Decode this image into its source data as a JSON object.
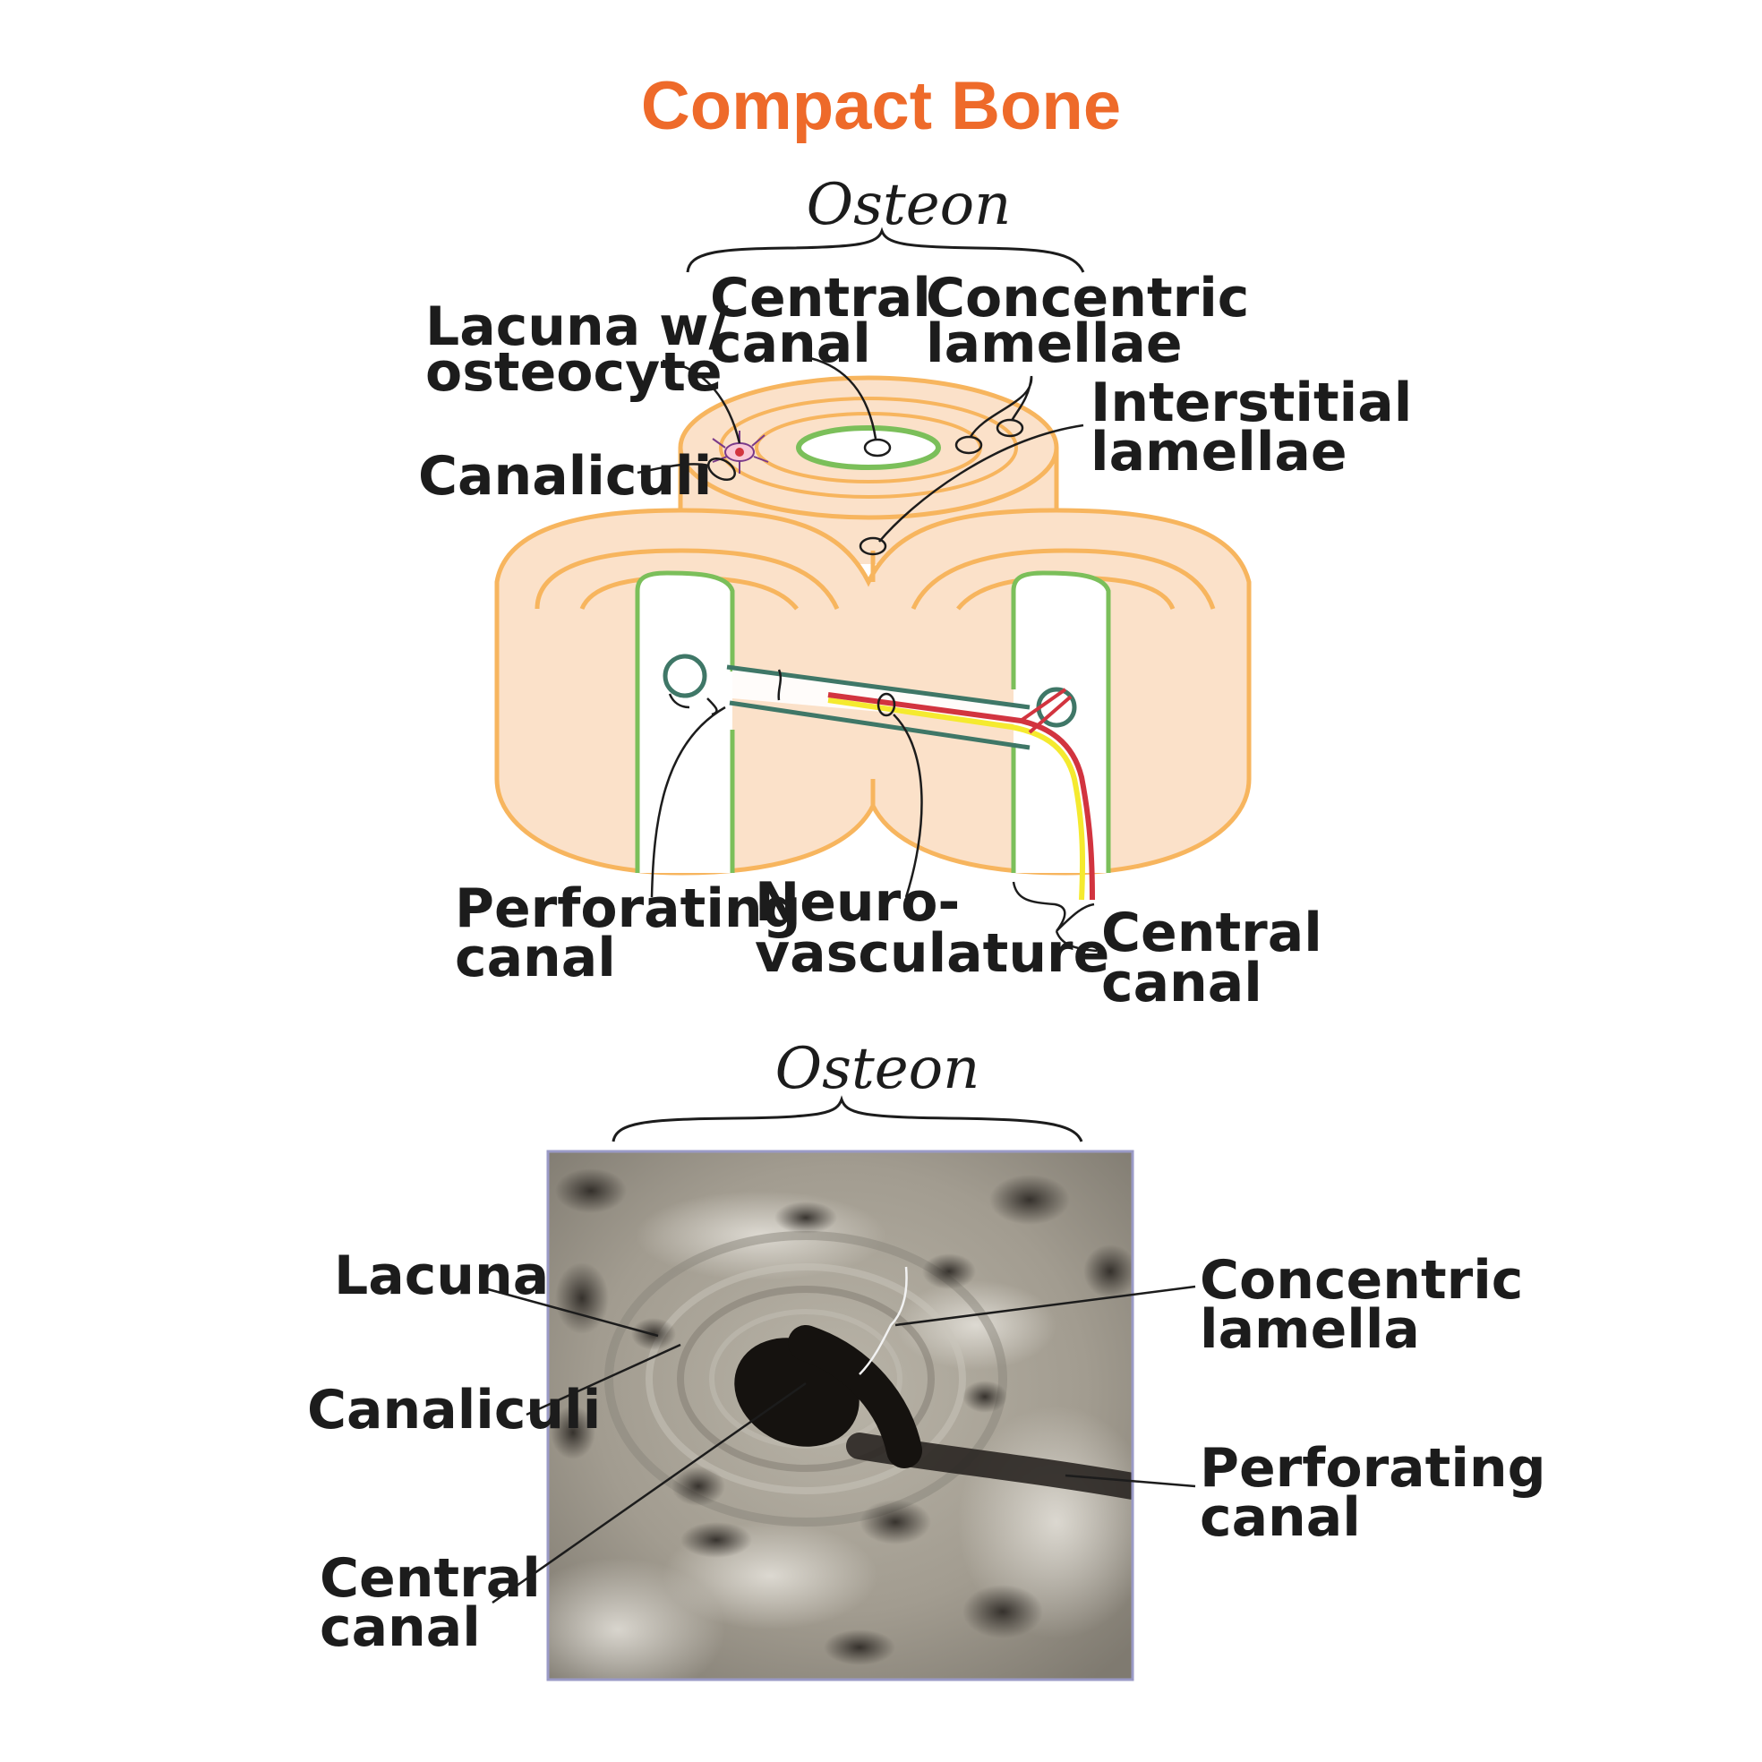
{
  "title": "Compact Bone",
  "colors": {
    "title": "#ee6a2a",
    "bone_fill": "#fbe1c9",
    "bone_stroke": "#f7b55e",
    "canal_green": "#7bbf5a",
    "perforating_teal": "#3f7767",
    "artery_red": "#d2343f",
    "nerve_yellow": "#f5ea2f",
    "photo_border": "#9a9ac6"
  },
  "diagram": {
    "osteon_label": "Osteon",
    "central_canal_top": [
      "Central",
      "canal"
    ],
    "concentric_lamellae": [
      "Concentric",
      "lamellae"
    ],
    "lacuna_osteocyte": [
      "Lacuna w/",
      "osteocyte"
    ],
    "canaliculi": "Canaliculi",
    "interstitial_lamellae": [
      "Interstitial",
      "lamellae"
    ],
    "perforating_canal": [
      "Perforating",
      "canal"
    ],
    "neurovasculature": [
      "Neuro-",
      "vasculature"
    ],
    "central_canal_bottom": [
      "Central",
      "canal"
    ]
  },
  "micrograph": {
    "osteon_label": "Osteon",
    "lacuna": "Lacuna",
    "canaliculi": "Canaliculi",
    "central_canal": [
      "Central",
      "canal"
    ],
    "concentric_lamella": [
      "Concentric",
      "lamella"
    ],
    "perforating_canal": [
      "Perforating",
      "canal"
    ]
  }
}
